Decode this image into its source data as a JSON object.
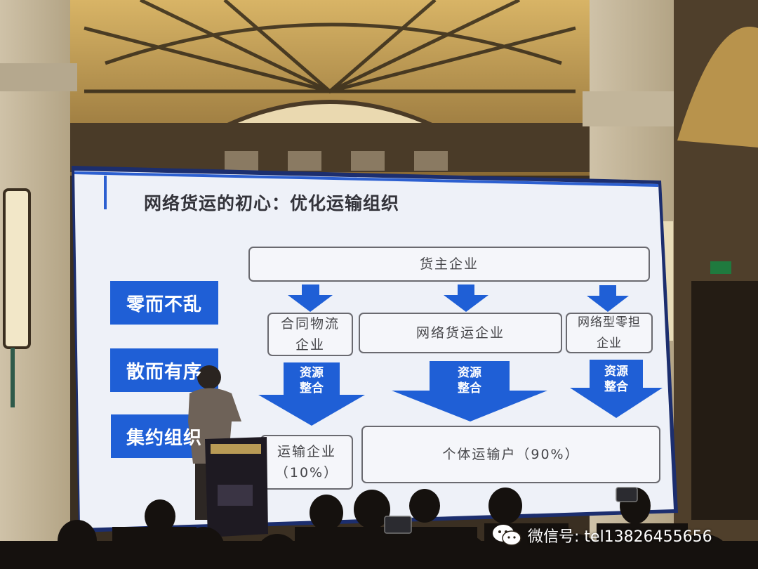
{
  "slide": {
    "title": "网络货运的初心：优化运输组织",
    "side_labels": [
      "零而不乱",
      "散而有序",
      "集约组织"
    ],
    "top_box": "货主企业",
    "middle_boxes": [
      {
        "lines": [
          "合同物流",
          "企业"
        ]
      },
      {
        "lines": [
          "网络货运企业"
        ]
      },
      {
        "lines": [
          "网络型零担",
          "企业"
        ]
      }
    ],
    "merge_arrows": [
      {
        "lines": [
          "资源",
          "整合"
        ]
      },
      {
        "lines": [
          "资源",
          "整合"
        ]
      },
      {
        "lines": [
          "资源",
          "整合"
        ]
      }
    ],
    "bottom_boxes": [
      {
        "lines": [
          "运输企业",
          "（10%）"
        ]
      },
      {
        "lines": [
          "个体运输户（90%）"
        ]
      }
    ],
    "colors": {
      "accent_blue": "#1f5fd6",
      "box_border": "#6a6a70"
    }
  },
  "watermark": {
    "label": "微信号: tel13826455656",
    "icon": "wechat-icon"
  }
}
